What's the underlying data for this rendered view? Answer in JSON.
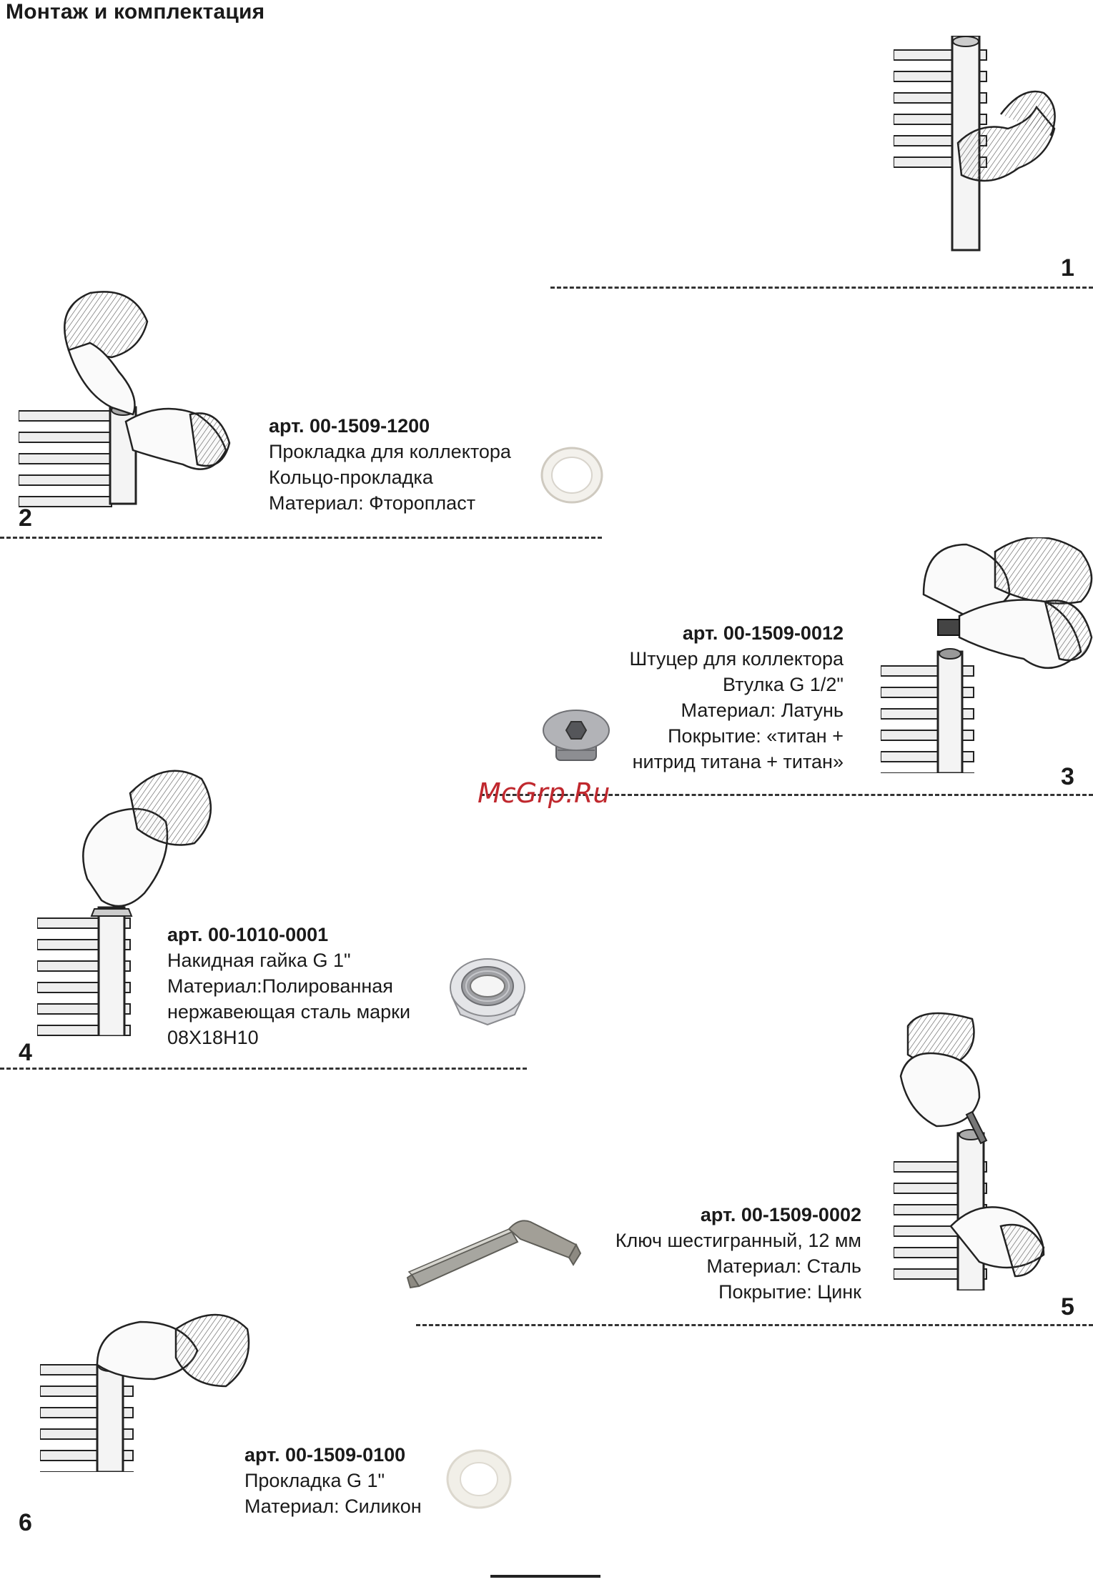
{
  "page": {
    "title": "Монтаж и комплектация",
    "watermark": "McGrp.Ru"
  },
  "steps": [
    {
      "number": "1"
    },
    {
      "number": "2",
      "article": "арт. 00-1509-1200",
      "lines": [
        "Прокладка для коллектора",
        "Кольцо-прокладка",
        "Материал: Фторопласт"
      ],
      "part_icon": "ring-gasket-icon"
    },
    {
      "number": "3",
      "article": "арт. 00-1509-0012",
      "lines": [
        "Штуцер для коллектора",
        "Втулка G 1/2\"",
        "Материал: Латунь",
        "Покрытие: «титан +",
        "нитрид титана + титан»"
      ],
      "part_icon": "fitting-plug-icon"
    },
    {
      "number": "4",
      "article": "арт. 00-1010-0001",
      "lines": [
        "Накидная гайка G 1\"",
        "Материал:Полированная",
        "нержавеющая сталь марки",
        "08Х18Н10"
      ],
      "part_icon": "union-nut-icon"
    },
    {
      "number": "5",
      "article": "арт. 00-1509-0002",
      "lines": [
        "Ключ шестигранный, 12 мм",
        "Материал: Сталь",
        "Покрытие: Цинк"
      ],
      "part_icon": "hex-key-icon"
    },
    {
      "number": "6",
      "article": "арт. 00-1509-0100",
      "lines": [
        "Прокладка G 1\"",
        "Материал: Силикон"
      ],
      "part_icon": "silicone-gasket-icon"
    }
  ]
}
